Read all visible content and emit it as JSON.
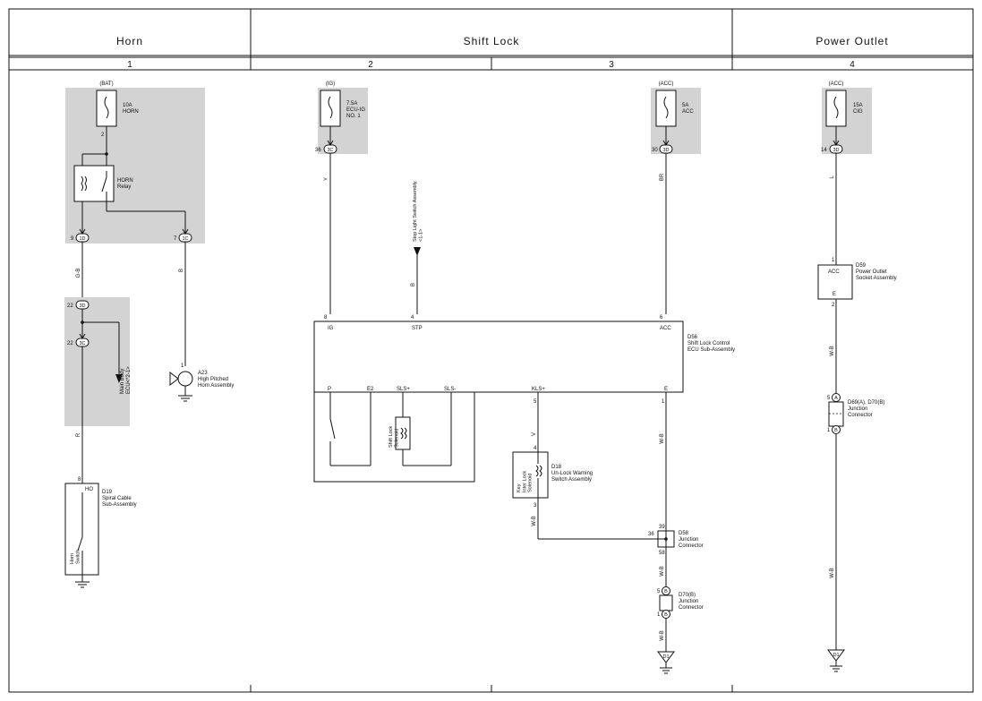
{
  "sections": [
    {
      "title": "Horn",
      "columns": [
        "1"
      ]
    },
    {
      "title": "Shift Lock",
      "columns": [
        "2",
        "3"
      ]
    },
    {
      "title": "Power Outlet",
      "columns": [
        "4"
      ]
    }
  ],
  "fuses": {
    "horn": {
      "source": "(BAT)",
      "name": "10A\nHORN",
      "pin": "2"
    },
    "ecu_ig": {
      "source": "(IG)",
      "name": "7.5A\nECU-IG\nNO. 1",
      "pin": "36",
      "conn": "3C"
    },
    "acc": {
      "source": "(ACC)",
      "name": "5A\nACC",
      "pin": "30",
      "conn": "3D"
    },
    "cig": {
      "source": "(ACC)",
      "name": "15A\nCIG",
      "pin": "14",
      "conn": "3D"
    }
  },
  "horn_relay": {
    "name": "HORN\nRelay",
    "pin_left": "9",
    "conn_left": "1D",
    "pin_right": "7",
    "conn_right": "1C"
  },
  "junction_3d_3c": {
    "pin_top": "22",
    "conn_top": "3D",
    "pin_bottom": "22",
    "conn_bottom": "3C"
  },
  "main_body_ecu": "Main Body\nECU<*2-1>",
  "horn_assembly": {
    "id": "A23",
    "name": "High Pitched\nHorn Assembly",
    "pin": "1"
  },
  "spiral_cable": {
    "id": "D19",
    "name": "Spiral Cable\nSub-Assembly",
    "pin": "8",
    "terminal": "HO",
    "switch": "Horn\nSwitch"
  },
  "stop_light": "Stop Light Switch Assembly\n<1-1>",
  "shift_lock_ecu": {
    "id": "D56",
    "name": "Shift Lock Control\nECU Sub-Assembly",
    "top_terminals": [
      {
        "pin": "8",
        "name": "IG"
      },
      {
        "pin": "4",
        "name": "STP"
      },
      {
        "pin": "6",
        "name": "ACC"
      }
    ],
    "bottom_terminals": [
      {
        "name": "P"
      },
      {
        "name": "E2"
      },
      {
        "name": "SLS+"
      },
      {
        "name": "SLS-"
      },
      {
        "pin": "5",
        "name": "KLS+"
      },
      {
        "pin": "1",
        "name": "E"
      }
    ],
    "solenoid": "Shift Lock\nSolenoid"
  },
  "unlock_switch": {
    "id": "D18",
    "name": "Un-Lock Warning\nSwitch Assembly",
    "inner": "Key\nInter Lock\nSolenoid",
    "pin_top": "4",
    "pin_bottom": "3"
  },
  "junction_d58": {
    "id": "D58",
    "name": "Junction\nConnector",
    "pin_top": "39",
    "pin_left": "36",
    "pin_bottom": "58"
  },
  "junction_d70b": {
    "id": "D70(B)",
    "name": "Junction\nConnector",
    "pin_top": "5",
    "pin_bottom": "1",
    "conn": "B"
  },
  "power_outlet": {
    "id": "D59",
    "name": "Power Outlet\nSocket Assembly",
    "pin_top": "1",
    "pin_bottom": "2",
    "t_top": "ACC",
    "t_bottom": "E"
  },
  "junction_d69": {
    "id": "D69(A), D70(B)",
    "name": "Junction\nConnector",
    "pin_top": "5",
    "pin_bottom": "1",
    "conn_top": "A",
    "conn_bottom": "B"
  },
  "ground": "D1",
  "wires": {
    "horn_out": "G-B",
    "horn_right": "B",
    "spiral": "R",
    "ig": "Y",
    "stp": "B",
    "acc": "BR",
    "kls": "V",
    "e": "W-B",
    "sw_out": "W-B",
    "d58_out": "W-B",
    "d70_out": "W-B",
    "cig": "L",
    "outlet_out": "W-B",
    "d69_out": "W-B"
  }
}
